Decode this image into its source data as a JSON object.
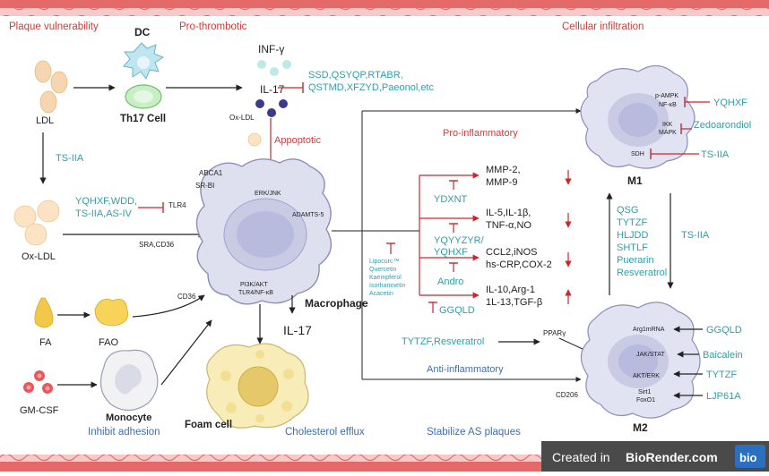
{
  "banners": {
    "plaque_vulnerability": "Plaque vulnerability",
    "pro_thrombotic": "Pro-thrombotic",
    "cellular_infiltration": "Cellular infiltration",
    "inhibit_adhesion": "Inhibit adhesion",
    "cholesterol_efflux": "Cholesterol efflux",
    "stabilize_plaques": "Stabilize AS plaques"
  },
  "cells": {
    "dc": "DC",
    "th17": "Th17 Cell",
    "ldl": "LDL",
    "ox_ldl": "Ox-LDL",
    "fa": "FA",
    "fao": "FAO",
    "gm_csf": "GM-CSF",
    "monocyte": "Monocyte",
    "foam_cell": "Foam cell",
    "macrophage": "Macrophage",
    "m1": "M1",
    "m2": "M2"
  },
  "cytokines": {
    "inf_gamma": "INF-γ",
    "il17_top": "IL-17",
    "ox_ldl_small": "Ox-LDL",
    "appoptotic": "Appoptotic",
    "il17_bottom": "IL-17"
  },
  "inhibitors": {
    "ssd_line1": "SSD,QSYQP,RTABR,",
    "ssd_line2": "QSTMD,XFZYD,Paeonol,etc",
    "ts_iia_left": "TS-IIA",
    "yqhxf_line1": "YQHXF,WDD,",
    "yqhxf_line2": "TS-IIA,AS-IV"
  },
  "receptors": {
    "abca1": "ABCA1",
    "srbi": "SR-BI",
    "tlr4": "TLR4",
    "sra_cd36": "SRA,CD36",
    "cd36": "CD36",
    "erk_jnk": "ERK/JNK",
    "adamts5": "ADAMTS-5",
    "pi3k": "PI3K/AKT",
    "tlr4nfkb": "TLR4/NF-κB"
  },
  "pathways": {
    "pro_inflammatory": "Pro-inflammatory",
    "anti_inflammatory": "Anti-inflammatory",
    "mmp_line1": "MMP-2,",
    "mmp_line2": "MMP-9",
    "il5_line1": "IL-5,IL-1β,",
    "il5_line2": "TNF-α,NO",
    "ccl2_line1": "CCL2,iNOS",
    "ccl2_line2": "hs-CRP,COX-2",
    "il10_line1": "IL-10,Arg-1",
    "il10_line2": "1L-13,TGF-β",
    "ydxnt": "YDXNT",
    "yqyyzyr_line1": "YQYYZYR/",
    "yqyyzyr_line2": "YQHXF",
    "andro": "Andro",
    "ggqld_mid": "GGQLD",
    "lipocurc": [
      "Lipocurc™",
      "Quercetin",
      "Kaempferol",
      "Isorhamnetin",
      "Acacetin"
    ],
    "tytzf_res": "TYTZF,Resveratrol",
    "ppar": "PPARγ",
    "cd206": "CD206"
  },
  "m1_panel": {
    "ampk": "p-AMPK",
    "nfkb": "NF-κB",
    "ikk": "IKK",
    "mapk": "MAPK",
    "sdh": "SDH",
    "yqhxf": "YQHXF",
    "zedoarondiol": "Zedoarondiol",
    "ts_iia": "TS-IIA"
  },
  "polarization": {
    "list": [
      "QSG",
      "TYTZF",
      "HLJDD",
      "SHTLF",
      "Puerarin",
      "Resveratrol"
    ],
    "ts_iia": "TS-IIA"
  },
  "m2_panel": {
    "arg1": "Arg1mRNA",
    "jak": "JAK/STAT",
    "akt": "AKT/ERK",
    "sirt1": "Sirt1",
    "foxo1": "FoxO1",
    "ggqld": "GGQLD",
    "baicalein": "Baicalein",
    "tytzf": "TYTZF",
    "ljp61a": "LJP61A"
  },
  "watermark": {
    "created_in": "Created in ",
    "brand": "BioRender.com",
    "logo": "bio"
  },
  "colors": {
    "vessel": "#e46a6a",
    "red_text": "#d23a3a",
    "teal_text": "#2f9fa8",
    "blue_text": "#3d6fb5"
  }
}
